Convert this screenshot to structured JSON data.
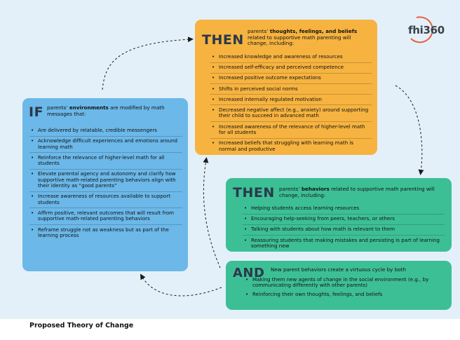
{
  "logo": {
    "text": "fhi360"
  },
  "if_box": {
    "keyword": "IF",
    "intro_pre": "parents’ ",
    "intro_bold": "environments",
    "intro_post": " are modified by math messages that:",
    "items": [
      "Are delivered by relatable, credible messengers",
      "Acknowledge difficult experiences and emotions around learning math",
      "Reinforce the relevance of higher-level math for all students",
      "Elevate parental agency and autonomy and clarify how supportive math-related parenting behaviors align with their identity as “good parents”",
      "Increase awareness of resources available to support students",
      "Affirm positive, relevant outcomes that will result from supportive math-related parenting behaviors",
      "Reframe struggle not as weakness but as part of the learning process"
    ]
  },
  "then_thoughts": {
    "keyword": "THEN",
    "intro_pre": "parents’ ",
    "intro_bold": "thoughts, feelings, and beliefs",
    "intro_post": " related to supportive math parenting will change, including:",
    "items": [
      "Increased knowledge and awareness of resources",
      "Increased self-efficacy and perceived competence",
      "Increased positive outcome expectations",
      "Shifts in perceived social norms",
      "Increased internally regulated motivation",
      "Decreased negative affect (e.g., anxiety) around supporting their child to succeed in advanced math",
      "Increased awareness of the relevance of higher-level math for all students",
      "Increased beliefs that struggling with learning math is normal and productive"
    ]
  },
  "then_behaviors": {
    "keyword": "THEN",
    "intro_pre": "parents’ ",
    "intro_bold": "behaviors",
    "intro_post": " related to supportive math parenting will change, including:",
    "items": [
      "Helping students access learning resources",
      "Encouraging help-seeking from peers, teachers, or others",
      "Talking with students about how math is relevant to them",
      "Reassuring students that making mistakes and persisting is part of learning something new"
    ]
  },
  "and_box": {
    "keyword": "AND",
    "intro": "New parent behaviors create a virtuous cycle by both",
    "items": [
      "Making them new agents of change in the social environment (e.g., by communicating differently with other parents)",
      "Reinforcing their own thoughts, feelings, and beliefs"
    ]
  },
  "footer": {
    "title": "Proposed Theory of Change"
  },
  "colors": {
    "background": "#e3f0f9",
    "if_box": "#6bb8e9",
    "then_thoughts_box": "#f6b340",
    "then_behaviors_box": "#3dbf95",
    "keyword": "#2a3948",
    "logo_ring": "#e8603c"
  }
}
